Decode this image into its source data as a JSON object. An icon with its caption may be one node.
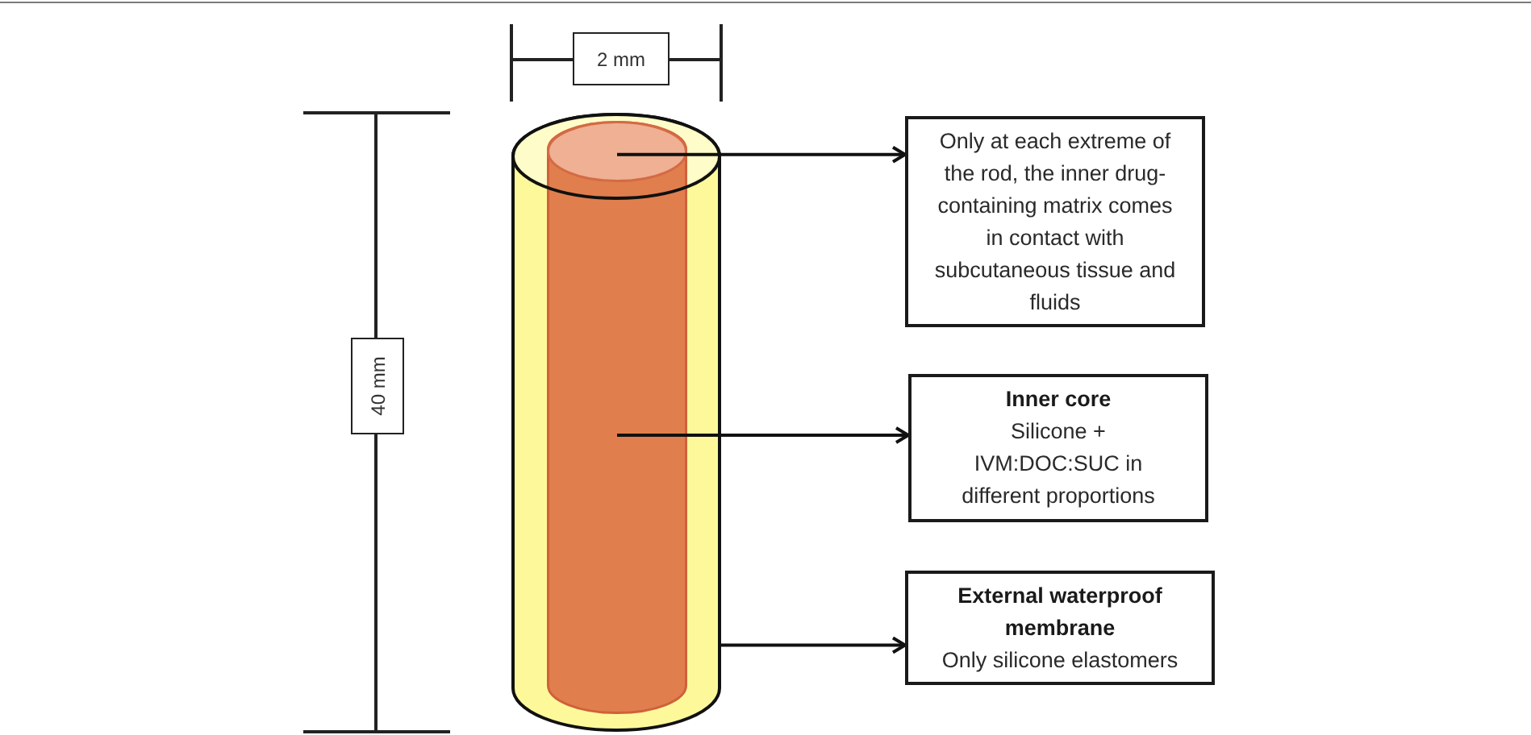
{
  "diagram": {
    "nodes": [
      {
        "text": [],
        "shape": "cylinder"
      },
      {
        "text": [],
        "shape": "cylinder",
        "in": 0
      },
      {
        "text": [],
        "shape": "ellipse",
        "in": 1
      },
      {
        "text": [
          "Only at each extreme of the rod, the inner drug-containing matrix comes in contact with subcutaneous tissue and fluids"
        ]
      },
      {
        "text": [
          "Inner core",
          "Silicone + IVM:DOC:SUC in different proportions"
        ]
      },
      {
        "text": [
          "External waterproof membrane",
          "Only silicone elastomers"
        ]
      }
    ],
    "edges": [
      {
        "from": 2,
        "to": 3,
        "arrow": "to"
      },
      {
        "from": 1,
        "to": 4,
        "arrow": "to"
      },
      {
        "from": 0,
        "to": 5,
        "arrow": "to"
      }
    ],
    "labels": [
      "2 mm",
      "40 mm"
    ]
  }
}
